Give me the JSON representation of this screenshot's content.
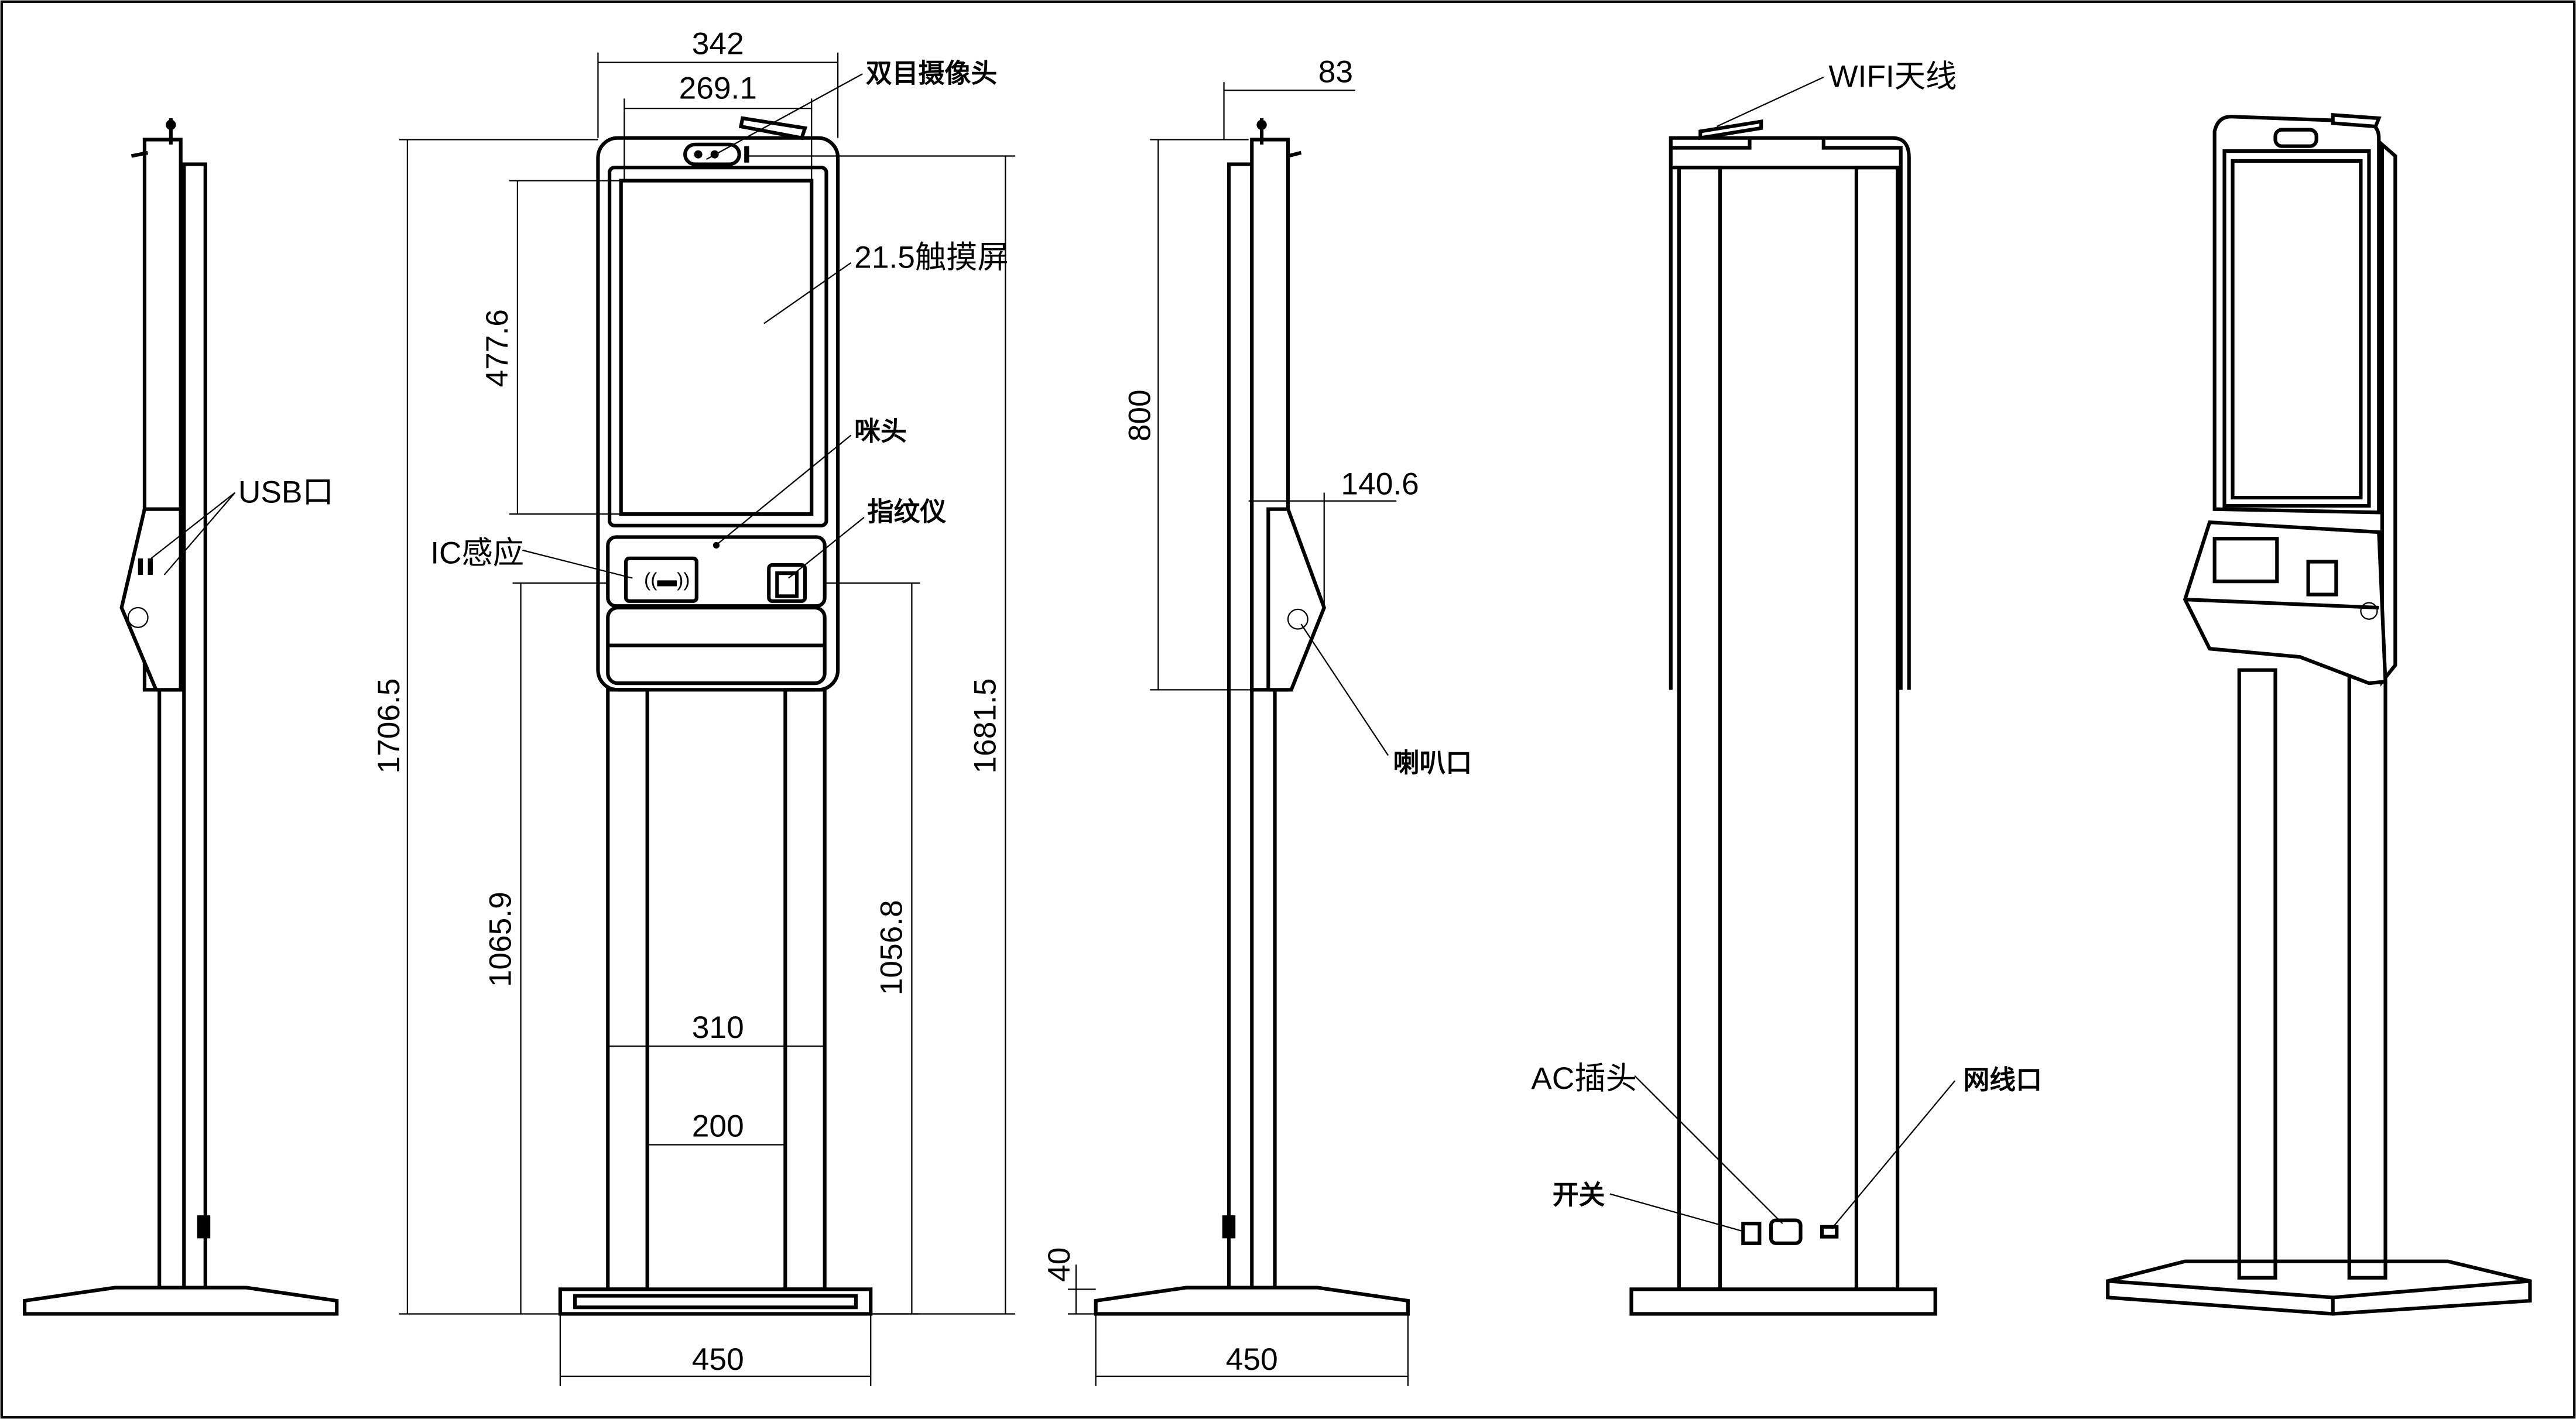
{
  "title": "Self-service kiosk dimension drawing",
  "front_view": {
    "dims": {
      "overall_width": "342",
      "screen_width": "269.1",
      "screen_height": "477.6",
      "overall_height": "1706.5",
      "module_height_left": "1065.9",
      "module_height_right": "1056.8",
      "height_to_camera": "1681.5",
      "column_outer": "310",
      "column_inner": "200",
      "base_width": "450"
    },
    "labels": {
      "camera": "双目摄像头",
      "touchscreen": "21.5触摸屏",
      "microphone": "咪头",
      "fingerprint": "指纹仪",
      "ic_reader": "IC感应"
    }
  },
  "left_side_view": {
    "labels": {
      "usb": "USB口"
    }
  },
  "right_side_view": {
    "dims": {
      "depth": "83",
      "panel_height": "800",
      "bracket_depth": "140.6",
      "base_thickness": "40",
      "base_width": "450"
    },
    "labels": {
      "speaker": "喇叭口"
    }
  },
  "back_view": {
    "labels": {
      "wifi": "WIFI天线",
      "ac": "AC插头",
      "switch": "开关",
      "network": "网线口"
    }
  }
}
